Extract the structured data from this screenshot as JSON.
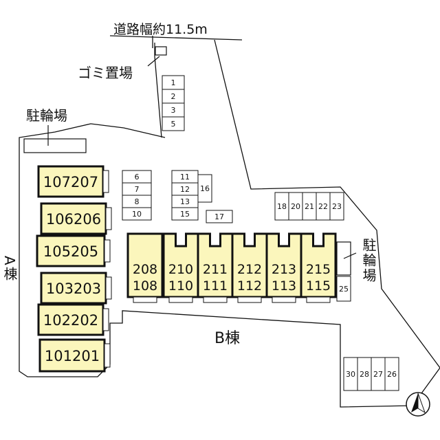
{
  "labels": {
    "road": "道路幅約11.5m",
    "garbage": "ゴミ置場",
    "bike_left": "駐輪場",
    "bike_right": "駐輪場",
    "building_a": "A棟",
    "building_b": "B棟"
  },
  "building_a_units": [
    "107207",
    "106206",
    "105205",
    "103203",
    "102202",
    "101201"
  ],
  "building_b_units": [
    "208108",
    "210110",
    "211111",
    "212112",
    "213113",
    "215115"
  ],
  "parking": {
    "top_column": [
      "1",
      "2",
      "3",
      "5"
    ],
    "left_column": [
      "6",
      "7",
      "8",
      "10"
    ],
    "middle_column": [
      "11",
      "12",
      "13",
      "15"
    ],
    "side_16": "16",
    "side_17": "17",
    "right_row": [
      "18",
      "20",
      "21",
      "22",
      "23"
    ],
    "side_25": "25",
    "bottom_row": [
      "30",
      "28",
      "27",
      "26"
    ]
  },
  "colors": {
    "unit_fill": "#fbf6bc",
    "line": "#111111"
  },
  "icons": {
    "north": "north-arrow-icon"
  }
}
